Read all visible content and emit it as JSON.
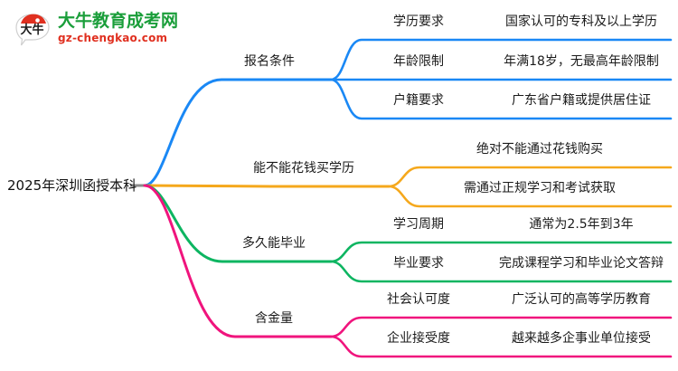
{
  "logo": {
    "name": "大牛教育成考网",
    "domain": "gz-chengkao.com",
    "mark_text": "大牛",
    "green": "#1a9e3a",
    "red": "#e03020"
  },
  "mindmap": {
    "root": "2025年深圳函授本科",
    "palette": {
      "blue": "#1a88f5",
      "orange": "#f5a81c",
      "green": "#0db561",
      "pink": "#f0147d",
      "root_stub": "#8a8a8a"
    },
    "branches": [
      {
        "label": "报名条件",
        "color": "#1a88f5",
        "children": [
          {
            "label": "学历要求",
            "value": "国家认可的专科及以上学历"
          },
          {
            "label": "年龄限制",
            "value": "年满18岁，无最高年龄限制"
          },
          {
            "label": "户籍要求",
            "value": "广东省户籍或提供居住证"
          }
        ]
      },
      {
        "label": "能不能花钱买学历",
        "color": "#f5a81c",
        "children": [
          {
            "label": "",
            "value": "绝对不能通过花钱购买"
          },
          {
            "label": "",
            "value": "需通过正规学习和考试获取"
          }
        ]
      },
      {
        "label": "多久能毕业",
        "color": "#0db561",
        "children": [
          {
            "label": "学习周期",
            "value": "通常为2.5年到3年"
          },
          {
            "label": "毕业要求",
            "value": "完成课程学习和毕业论文答辩"
          }
        ]
      },
      {
        "label": "含金量",
        "color": "#f0147d",
        "children": [
          {
            "label": "社会认可度",
            "value": "广泛认可的高等学历教育"
          },
          {
            "label": "企业接受度",
            "value": "越来越多企事业单位接受"
          }
        ]
      }
    ]
  }
}
